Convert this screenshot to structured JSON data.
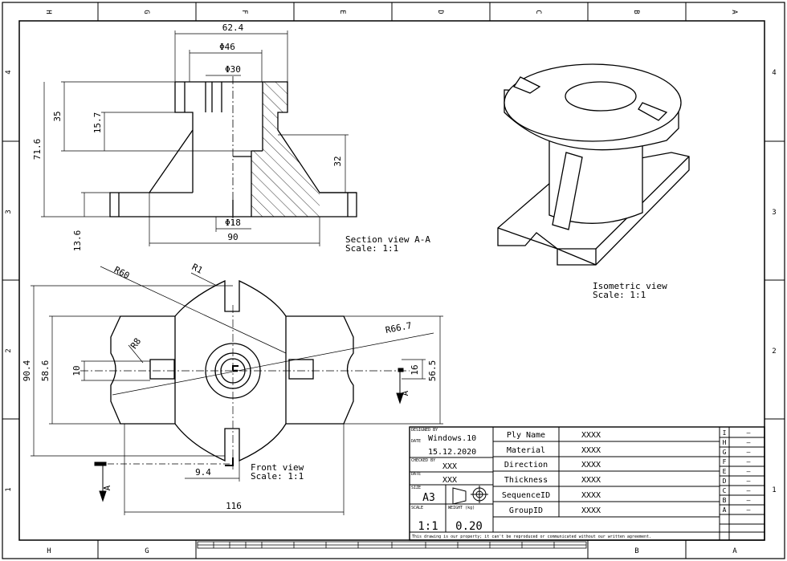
{
  "zones": {
    "top": [
      "H",
      "G",
      "F",
      "E",
      "D",
      "C",
      "B",
      "A"
    ],
    "bottom": [
      "H",
      "G",
      "B",
      "A"
    ],
    "left": [
      "4",
      "3",
      "2",
      "1"
    ],
    "right": [
      "4",
      "3",
      "2",
      "1"
    ]
  },
  "section_view": {
    "title": "Section view A-A",
    "scale": "Scale:  1:1",
    "dimensions": [
      "62.4",
      "Φ46",
      "Φ30",
      "71.6",
      "35",
      "15.7",
      "32",
      "13.6",
      "Φ18",
      "90"
    ]
  },
  "isometric_view": {
    "title": "Isometric view",
    "scale": "Scale:  1:1"
  },
  "front_view": {
    "title": "Front view",
    "scale": "Scale:  1:1",
    "section_label": "A",
    "dimensions": [
      "90.4",
      "58.6",
      "10",
      "56.5",
      "16",
      "116",
      "9.4",
      "R60",
      "R1",
      "R66.7",
      "R8"
    ]
  },
  "title_block": {
    "designed_by_label": "DESIGNED BY",
    "date_label": "DATE",
    "checked_by_label": "CHECKED BY",
    "size_label": "SIZE",
    "scale_label": "SCALE",
    "weight_label": "WEIGHT (kg)",
    "designed_by": "Windows.10",
    "date": "15.12.2020",
    "checked_by": "XXX",
    "checked_date": "XXX",
    "size": "A3",
    "scale": "1:1",
    "weight": "0.20",
    "fields": [
      {
        "label": "Ply Name",
        "value": "XXXX"
      },
      {
        "label": "Material",
        "value": "XXXX"
      },
      {
        "label": "Direction",
        "value": "XXXX"
      },
      {
        "label": "Thickness",
        "value": "XXXX"
      },
      {
        "label": "SequenceID",
        "value": "XXXX"
      },
      {
        "label": "GroupID",
        "value": "XXXX"
      }
    ],
    "revisions": [
      "I",
      "H",
      "G",
      "F",
      "E",
      "D",
      "C",
      "B",
      "A"
    ],
    "revision_dash": "–",
    "footer_note": "This drawing is our property; it can't be reproduced or communicated without our written agreement."
  }
}
